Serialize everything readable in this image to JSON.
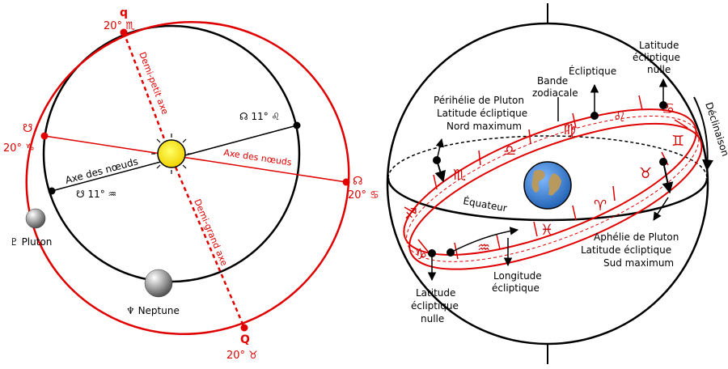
{
  "left": {
    "q_label": "q",
    "q_sign": "20° ♏",
    "Q_label": "Q",
    "Q_sign": "20° ♉",
    "left_sign_top": "☋",
    "left_sign_bottom": "20° ♑",
    "right_sign_top": "☊",
    "right_sign_bottom": "20° ♋",
    "semi_minor_axis": "Demi-petit axe",
    "semi_major_axis": "Demi-grand axe",
    "node_axis_black": "Axe des nœuds",
    "node_axis_red": "Axe des nœuds",
    "node_north": "☊ 11° ♌",
    "node_south": "☋ 11° ♒",
    "pluto": "♇ Pluton",
    "neptune": "♆ Neptune"
  },
  "right": {
    "perihelion": [
      "Périhélie de Pluton",
      "Latitude écliptique",
      "Nord maximum"
    ],
    "zodiac_band": [
      "Bande",
      "zodiacale"
    ],
    "ecliptic": "Écliptique",
    "lat_null_top": [
      "Latitude",
      "écliptique",
      "nulle"
    ],
    "declination": "Déclinaison",
    "equator": "Équateur",
    "aphelion": [
      "Aphélie de Pluton",
      "Latitude écliptique",
      "Sud maximum"
    ],
    "longitude": [
      "Longitude",
      "écliptique"
    ],
    "lat_null_bottom": [
      "Latitude",
      "écliptique",
      "nulle"
    ],
    "zodiac_signs": [
      "♑",
      "♒",
      "♓",
      "♈",
      "♉",
      "♊",
      "♋",
      "♌",
      "♍",
      "♎",
      "♏",
      "♐"
    ]
  }
}
